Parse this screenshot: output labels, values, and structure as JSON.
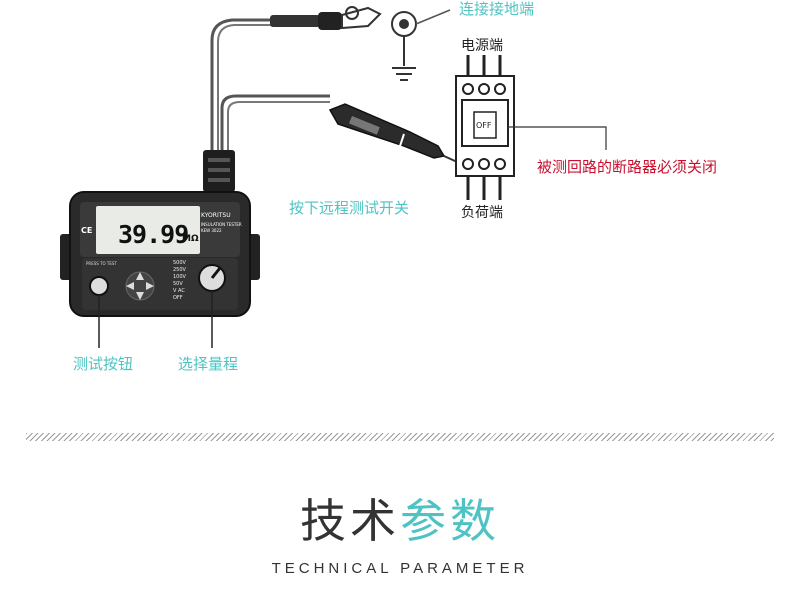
{
  "labels": {
    "ground_connection": "连接接地端",
    "power_side": "电源端",
    "breaker_note": "被测回路的断路器必须关闭",
    "remote_switch": "按下远程测试开关",
    "load_side": "负荷端",
    "test_button": "测试按钮",
    "range_select": "选择量程"
  },
  "breaker": {
    "switch_text": "OFF"
  },
  "meter": {
    "display_value": "39.99",
    "display_unit": "MΩ",
    "brand": "KYORITSU",
    "model_line1": "INSULATION TESTER",
    "model_line2": "KEW 3022",
    "press_to_test": "PRESS TO TEST",
    "ranges": [
      "500V",
      "250V",
      "100V",
      "50V",
      "V AC",
      "OFF"
    ],
    "ce_mark": "CE"
  },
  "heading": {
    "part1": "技术",
    "part2": "参数",
    "subtitle": "TECHNICAL PARAMETER"
  },
  "colors": {
    "accent": "#4fc3c3",
    "warning": "#c8102e",
    "text": "#333333"
  }
}
